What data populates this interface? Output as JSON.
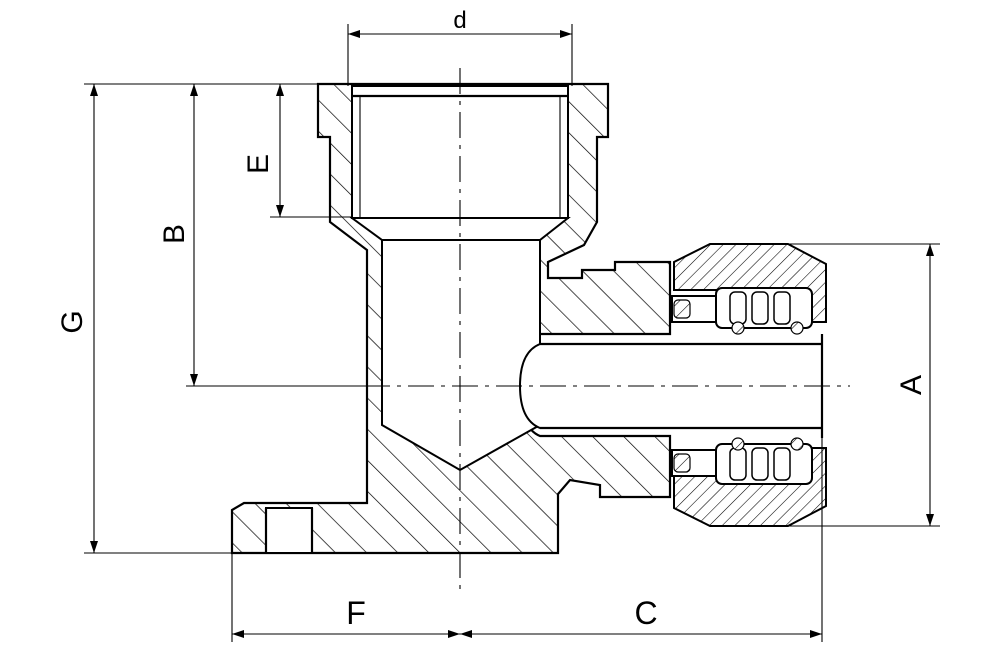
{
  "dimensions": {
    "d": "d",
    "E": "E",
    "B": "B",
    "G": "G",
    "A": "A",
    "F": "F",
    "C": "C"
  }
}
